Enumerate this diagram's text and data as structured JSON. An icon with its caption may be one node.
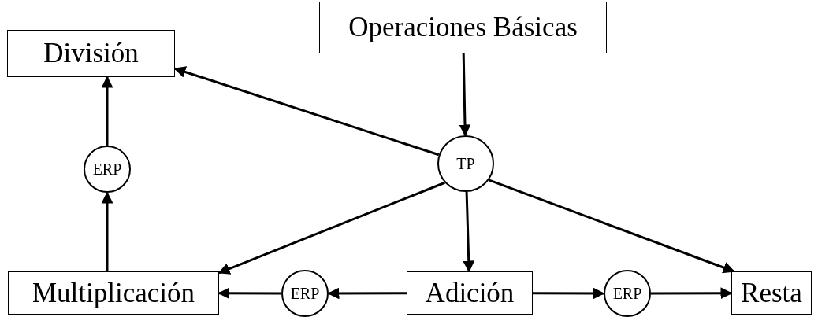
{
  "diagram": {
    "nodes": [
      {
        "text": [
          "Operaciones Básicas"
        ]
      },
      {
        "text": [
          "División"
        ]
      },
      {
        "text": [
          "TP"
        ]
      },
      {
        "text": [
          "ERP"
        ]
      },
      {
        "text": [
          "Multiplicación"
        ]
      },
      {
        "text": [
          "ERP"
        ]
      },
      {
        "text": [
          "Adición"
        ]
      },
      {
        "text": [
          "ERP"
        ]
      },
      {
        "text": [
          "Resta"
        ]
      }
    ],
    "edges": [
      {
        "from": 0,
        "to": 2,
        "arrow": "to"
      },
      {
        "from": 2,
        "to": 1,
        "arrow": "to"
      },
      {
        "from": 2,
        "to": 4,
        "arrow": "to"
      },
      {
        "from": 2,
        "to": 6,
        "arrow": "to"
      },
      {
        "from": 2,
        "to": 8,
        "arrow": "to"
      },
      {
        "from": 4,
        "to": 3,
        "arrow": "to"
      },
      {
        "from": 3,
        "to": 1,
        "arrow": "to"
      },
      {
        "from": 6,
        "to": 5,
        "arrow": "to"
      },
      {
        "from": 5,
        "to": 4,
        "arrow": "to"
      },
      {
        "from": 6,
        "to": 7,
        "arrow": "to"
      },
      {
        "from": 7,
        "to": 8,
        "arrow": "to"
      }
    ]
  }
}
